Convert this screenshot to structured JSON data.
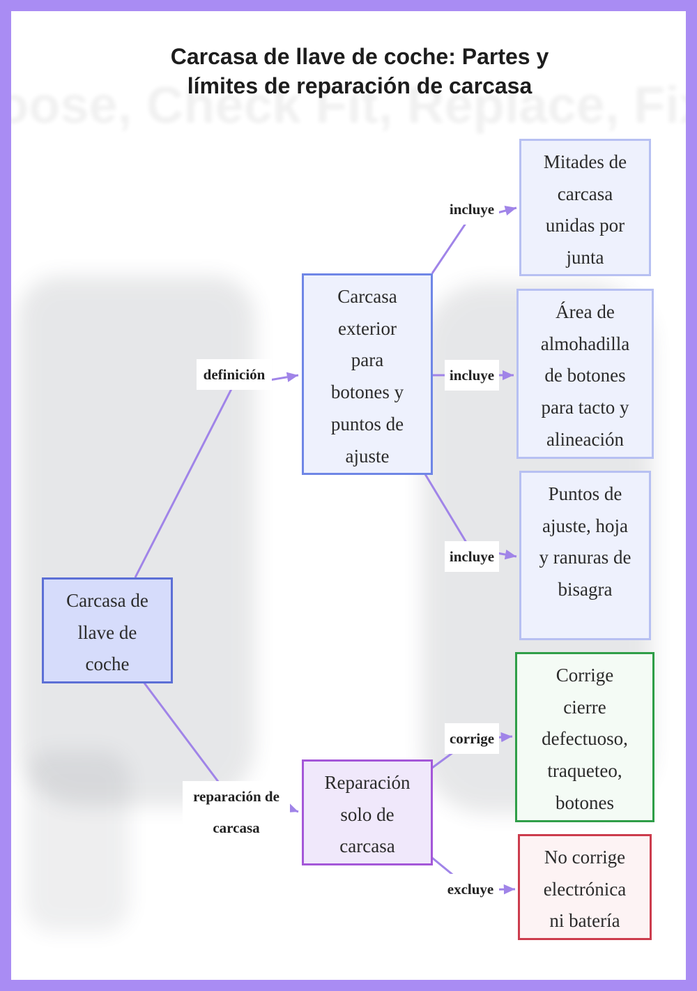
{
  "title": {
    "line1": "Carcasa de llave de coche: Partes y",
    "line2": "límites de reparación de carcasa"
  },
  "background": {
    "watermark": "oose, Check Fit, Replace, Fix"
  },
  "colors": {
    "frame": "#a98cf3",
    "edge": "#a084e8",
    "blue_border": "#5c6fd6",
    "blue_fill": "#d6dcfb",
    "light_border": "#b7c0f2",
    "light_fill": "#eef1fd",
    "purple_border": "#a457d8",
    "purple_fill": "#f0e8fb",
    "green_border": "#2f9e48",
    "red_border": "#cc3c4d"
  },
  "nodes": {
    "root": {
      "line1": "Carcasa de",
      "line2": "llave de",
      "line3": "coche"
    },
    "outer_shell": {
      "line1": "Carcasa",
      "line2": "exterior",
      "line3": "para",
      "line4": "botones y",
      "line5": "puntos de",
      "line6": "ajuste"
    },
    "halves": {
      "line1": "Mitades de",
      "line2": "carcasa",
      "line3": "unidas por",
      "line4": "junta"
    },
    "pad_area": {
      "line1": "Área de",
      "line2": "almohadilla",
      "line3": "de botones",
      "line4": "para tacto y",
      "line5": "alineación"
    },
    "fit_points": {
      "line1": "Puntos de",
      "line2": "ajuste, hoja",
      "line3": "y ranuras de",
      "line4": "bisagra"
    },
    "repair_only": {
      "line1": "Reparación",
      "line2": "solo de",
      "line3": "carcasa"
    },
    "fixes": {
      "line1": "Corrige",
      "line2": "cierre",
      "line3": "defectuoso,",
      "line4": "traqueteo,",
      "line5": "botones"
    },
    "not_fixes": {
      "line1": "No corrige",
      "line2": "electrónica",
      "line3": "ni batería"
    }
  },
  "edges": {
    "definition": "definición",
    "repair": {
      "line1": "reparación de",
      "line2": "carcasa"
    },
    "includes_1": "incluye",
    "includes_2": "incluye",
    "includes_3": "incluye",
    "fixes": "corrige",
    "excludes": "excluye"
  }
}
